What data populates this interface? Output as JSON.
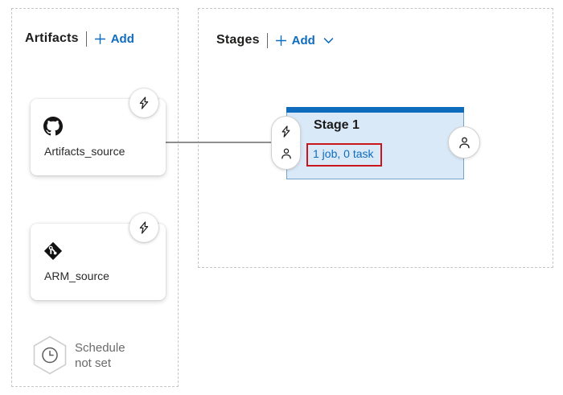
{
  "colors": {
    "accent_blue": "#0f6cbd",
    "stage_background": "#d9e9f8",
    "stage_top_bar": "#0f6cbd",
    "annotation_red": "#c9161d",
    "connector_gray": "#8f8f8f",
    "schedule_gray": "#6a6a6a"
  },
  "artifacts_panel": {
    "title": "Artifacts",
    "add_button_label": "Add",
    "artifacts": [
      {
        "name": "Artifacts_source",
        "source_icon": "github-icon",
        "badge_icon": "lightning-bolt-icon"
      },
      {
        "name": "ARM_source",
        "source_icon": "git-icon",
        "badge_icon": "lightning-bolt-icon"
      }
    ],
    "schedule_status": {
      "icon": "clock-icon",
      "line1": "Schedule",
      "line2": "not set"
    }
  },
  "stages_panel": {
    "title": "Stages",
    "add_button_label": "Add",
    "add_has_dropdown": true,
    "stages": [
      {
        "title": "Stage 1",
        "jobs_tasks_summary": "1 job, 0 task",
        "summary_highlighted_red": true,
        "pre_deployment_icons": [
          "lightning-bolt-icon",
          "person-icon"
        ],
        "post_deployment_icon": "person-icon"
      }
    ]
  }
}
